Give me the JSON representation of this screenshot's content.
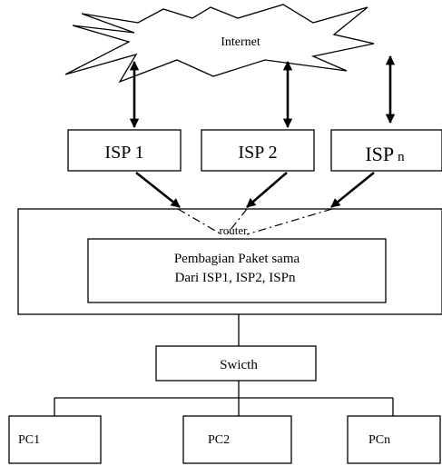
{
  "internet": {
    "label": "Internet"
  },
  "isps": [
    {
      "label": "ISP 1"
    },
    {
      "label": "ISP 2"
    },
    {
      "label": "ISP",
      "subscript": "n"
    }
  ],
  "router": {
    "label": "router",
    "inner_line1": "Pembagian Paket sama",
    "inner_line2": "Dari ISP1, ISP2, ISPn"
  },
  "switch": {
    "label": "Swicth"
  },
  "pcs": [
    {
      "label": "PC1"
    },
    {
      "label": "PC2"
    },
    {
      "label": "PCn"
    }
  ]
}
